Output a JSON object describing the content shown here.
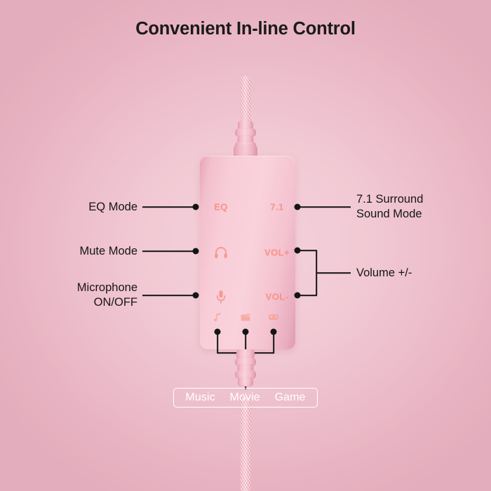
{
  "title": "Convenient In-line Control",
  "colors": {
    "background_corner": "#e7b2c1",
    "background_center": "#f4d2db",
    "module_body": "#f9d2dc",
    "print_label": "#fa8b7c",
    "leader_line": "#141414",
    "legend_text": "#ffffff"
  },
  "module": {
    "buttons": [
      {
        "id": "eq",
        "label": "EQ",
        "type": "text",
        "icon": ""
      },
      {
        "id": "71",
        "label": "7.1",
        "type": "text",
        "icon": ""
      },
      {
        "id": "mute",
        "label": "",
        "type": "icon",
        "icon": "headphone-icon"
      },
      {
        "id": "volup",
        "label": "VOL+",
        "type": "text",
        "icon": ""
      },
      {
        "id": "mic",
        "label": "",
        "type": "icon",
        "icon": "microphone-icon"
      },
      {
        "id": "voldn",
        "label": "VOL-",
        "type": "text",
        "icon": ""
      }
    ],
    "mode_icons": [
      {
        "id": "music",
        "icon": "music-note-icon"
      },
      {
        "id": "movie",
        "icon": "film-clapper-icon"
      },
      {
        "id": "game",
        "icon": "game-controller-icon"
      }
    ]
  },
  "callouts": {
    "left": [
      {
        "id": "eq-mode",
        "lines": [
          "EQ Mode"
        ]
      },
      {
        "id": "mute-mode",
        "lines": [
          "Mute Mode"
        ]
      },
      {
        "id": "microphone",
        "lines": [
          "Microphone",
          "ON/OFF"
        ]
      }
    ],
    "right": [
      {
        "id": "surround",
        "lines": [
          "7.1 Surround",
          "Sound Mode"
        ]
      },
      {
        "id": "volume",
        "lines": [
          "Volume +/-"
        ]
      }
    ]
  },
  "legend": {
    "items": [
      "Music",
      "Movie",
      "Game"
    ]
  }
}
